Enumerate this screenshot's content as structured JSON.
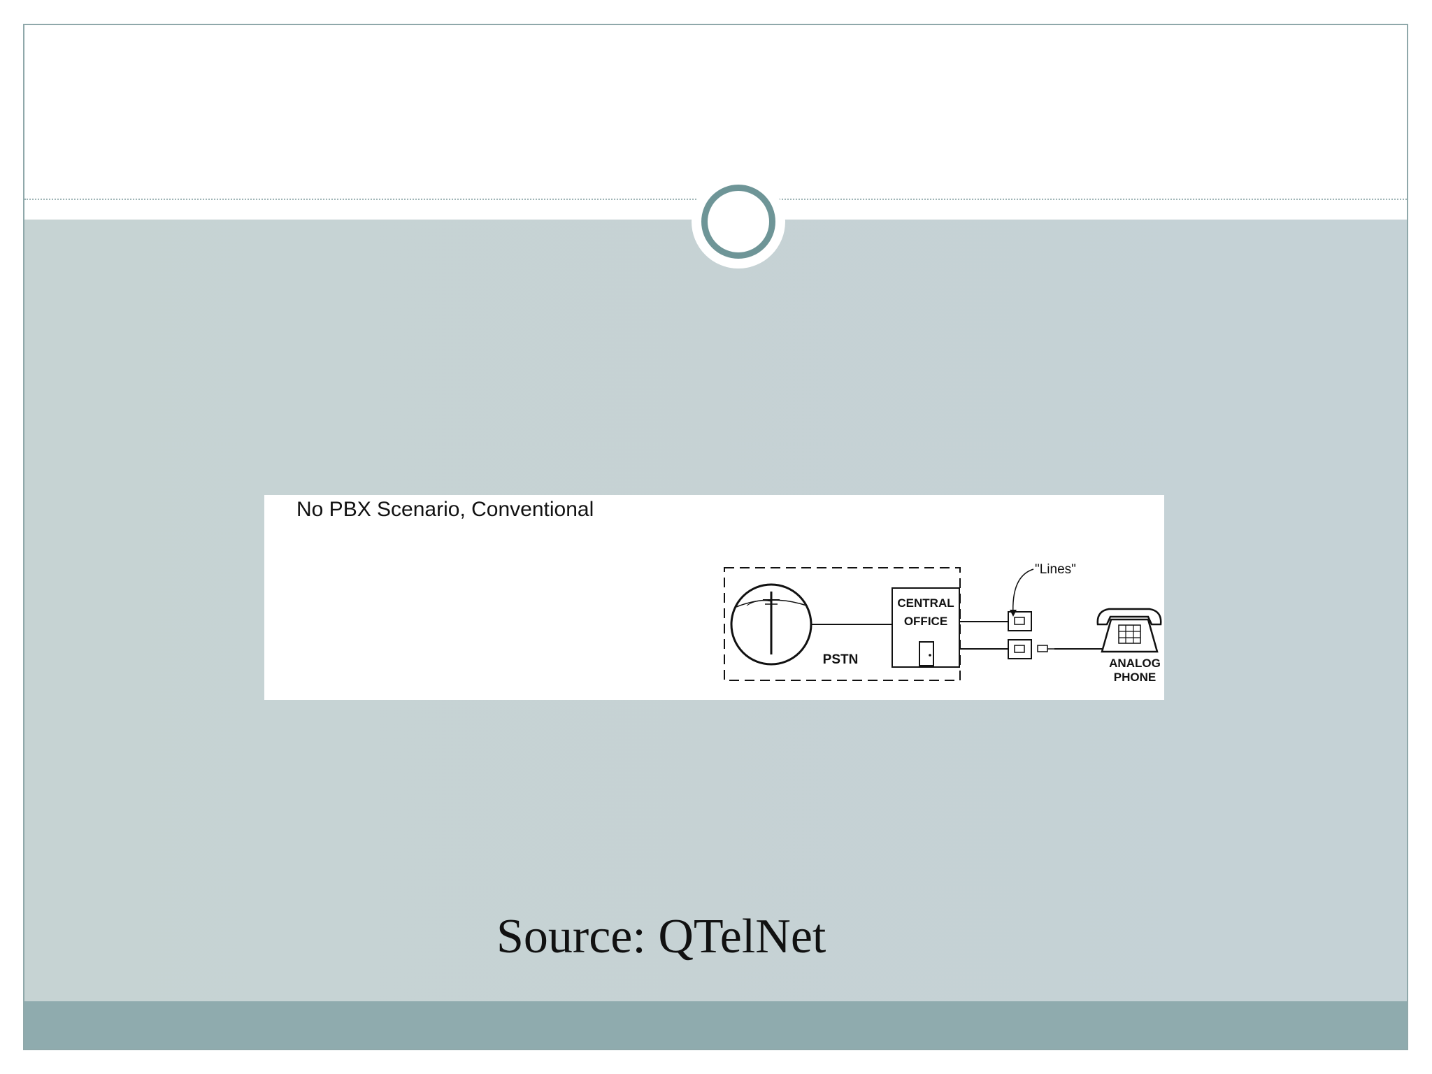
{
  "diagram": {
    "title": "No PBX Scenario, Conventional",
    "labels": {
      "lines": "\"Lines\"",
      "central_office_line1": "CENTRAL",
      "central_office_line2": "OFFICE",
      "pstn": "PSTN",
      "analog_phone_line1": "ANALOG",
      "analog_phone_line2": "PHONE"
    }
  },
  "source": "Source: QTelNet",
  "colors": {
    "content_background": "#c6d3d3",
    "footer": "#8fabae",
    "ring": "#6e9597",
    "frame": "#8fa8aa"
  }
}
